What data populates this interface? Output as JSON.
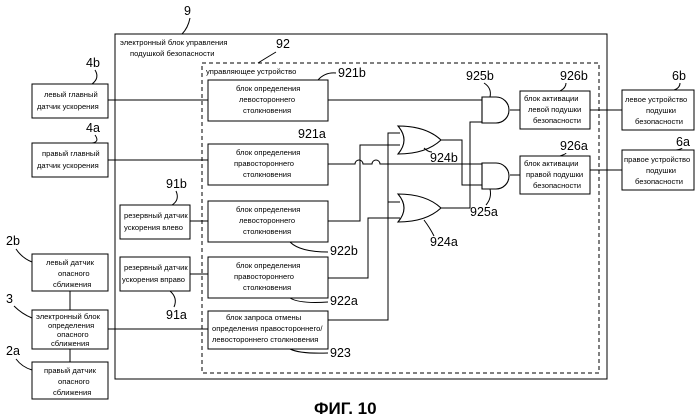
{
  "figure_title": "ФИГ. 10",
  "ecu": {
    "ref": "9",
    "label": [
      "электронный блок управления",
      "подушкой безопасности"
    ]
  },
  "controller": {
    "ref": "92",
    "label": "управляющее устройство"
  },
  "sensors": {
    "left_main": {
      "ref": "4b",
      "label": [
        "левый главный",
        "датчик ускорения"
      ]
    },
    "right_main": {
      "ref": "4a",
      "label": [
        "правый главный",
        "датчик ускорения"
      ]
    },
    "backup_left": {
      "ref": "91b",
      "label": [
        "резервный датчик",
        "ускорения влево"
      ]
    },
    "backup_right": {
      "ref": "91a",
      "label": [
        "резервный датчик",
        "ускорения вправо"
      ]
    },
    "left_approach": {
      "ref": "2b",
      "label": [
        "левый датчик",
        "опасного",
        "сближения"
      ]
    },
    "approach_ecu": {
      "ref": "3",
      "label": [
        "электронный блок",
        "определения",
        "опасного",
        "сближения"
      ]
    },
    "right_approach": {
      "ref": "2a",
      "label": [
        "правый датчик",
        "опасного",
        "сближения"
      ]
    }
  },
  "determination_blocks": {
    "b921b": {
      "ref": "921b",
      "label": [
        "блок определения",
        "левостороннего",
        "столкновения"
      ]
    },
    "b921a": {
      "ref": "921a",
      "label": [
        "блок определения",
        "правостороннего",
        "столкновения"
      ]
    },
    "b922b": {
      "ref": "922b",
      "label": [
        "блок определения",
        "левостороннего",
        "столкновения"
      ]
    },
    "b922a": {
      "ref": "922a",
      "label": [
        "блок определения",
        "правостороннего",
        "столкновения"
      ]
    },
    "b923": {
      "ref": "923",
      "label": [
        "блок запроса отмены",
        "определения правостороннего/",
        "левостороннего столкновения"
      ]
    }
  },
  "gates": {
    "and_b": {
      "ref": "925b"
    },
    "and_a": {
      "ref": "925a"
    },
    "or_b": {
      "ref": "924b"
    },
    "or_a": {
      "ref": "924a"
    }
  },
  "activation_blocks": {
    "left": {
      "ref": "926b",
      "label": [
        "блок активации",
        "левой подушки",
        "безопасности"
      ]
    },
    "right": {
      "ref": "926a",
      "label": [
        "блок активации",
        "правой подушки",
        "безопасности"
      ]
    }
  },
  "airbags": {
    "left": {
      "ref": "6b",
      "label": [
        "левое устройство",
        "подушки",
        "безопасности"
      ]
    },
    "right": {
      "ref": "6a",
      "label": [
        "правое устройство",
        "подушки",
        "безопасности"
      ]
    }
  }
}
